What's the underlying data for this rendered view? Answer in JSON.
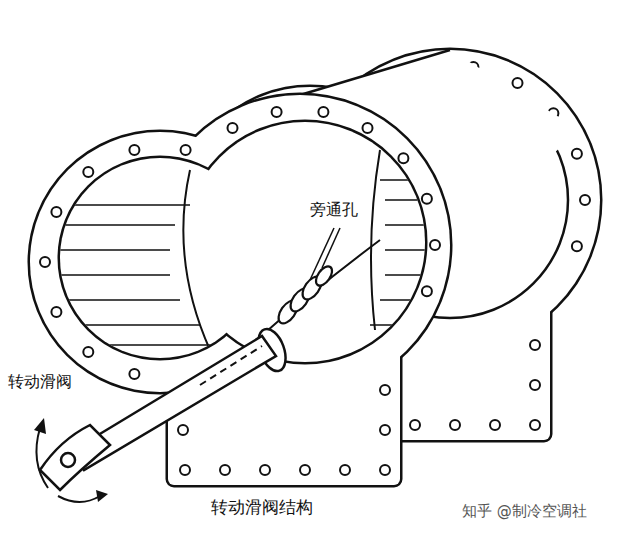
{
  "diagram": {
    "caption": "转动滑阀结构",
    "labels": [
      "旁通孔",
      "转动滑阀",
      "知乎 @制冷空调社"
    ]
  }
}
